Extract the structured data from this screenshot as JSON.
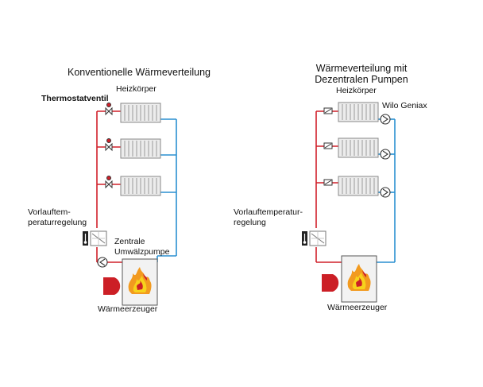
{
  "colors": {
    "supply": "#d0202a",
    "return": "#2a8fd0",
    "radiator_fill": "#ececec",
    "radiator_stroke": "#888888",
    "boiler_fill": "#f2f2f2",
    "boiler_stroke": "#555555",
    "burner": "#cc1f26",
    "flame_orange": "#f29a1f",
    "flame_yellow": "#f7d21c"
  },
  "left": {
    "title": "Konventionelle Wärmeverteilung",
    "heizkoerper_label": "Heizkörper",
    "thermostat_label": "Thermostatventil",
    "vorlauf_label_line1": "Vorlauftem-",
    "vorlauf_label_line2": "peraturregelung",
    "pump_label_line1": "Zentrale",
    "pump_label_line2": "Umwälzpumpe",
    "generator_label": "Wärmeerzeuger",
    "valve_icon": "thermostat-valve-icon",
    "pump_icon": "circulation-pump-icon",
    "controller_icon": "controller-icon",
    "generator_icon": "boiler-icon"
  },
  "right": {
    "title_line1": "Wärmeverteilung mit",
    "title_line2": "Dezentralen Pumpen",
    "heizkoerper_label": "Heizkörper",
    "pump_label": "Wilo Geniax",
    "vorlauf_label_line1": "Vorlauftemperatur-",
    "vorlauf_label_line2": "regelung",
    "generator_label": "Wärmeerzeuger",
    "valve_icon": "valve-icon",
    "pump_icon": "decentral-pump-icon",
    "controller_icon": "controller-icon",
    "generator_icon": "boiler-icon"
  }
}
